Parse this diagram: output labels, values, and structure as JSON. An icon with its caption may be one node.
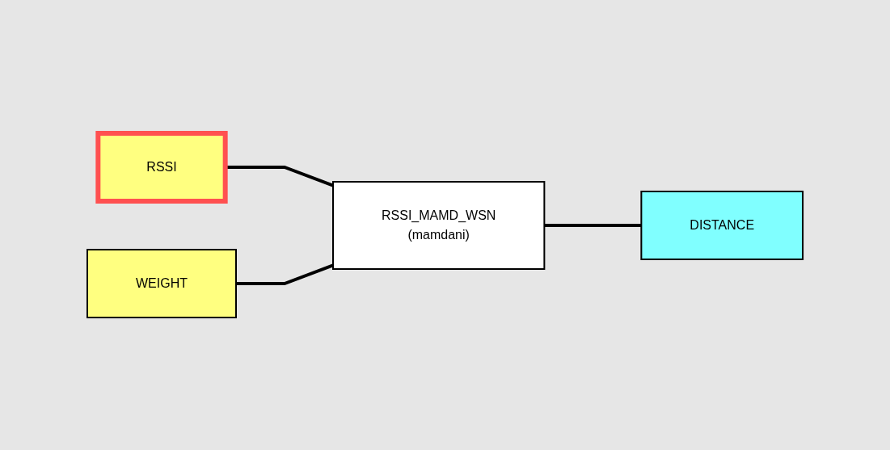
{
  "diagram": {
    "nodes": [
      {
        "text": [
          "RSSI"
        ]
      },
      {
        "text": [
          "WEIGHT"
        ]
      },
      {
        "text": [
          "RSSI_MAMD_WSN",
          "(mamdani)"
        ]
      },
      {
        "text": [
          "DISTANCE"
        ]
      }
    ],
    "edges": [
      {
        "from": 0,
        "to": 2,
        "arrow": "none"
      },
      {
        "from": 1,
        "to": 2,
        "arrow": "none"
      },
      {
        "from": 2,
        "to": 3,
        "arrow": "none"
      }
    ]
  }
}
